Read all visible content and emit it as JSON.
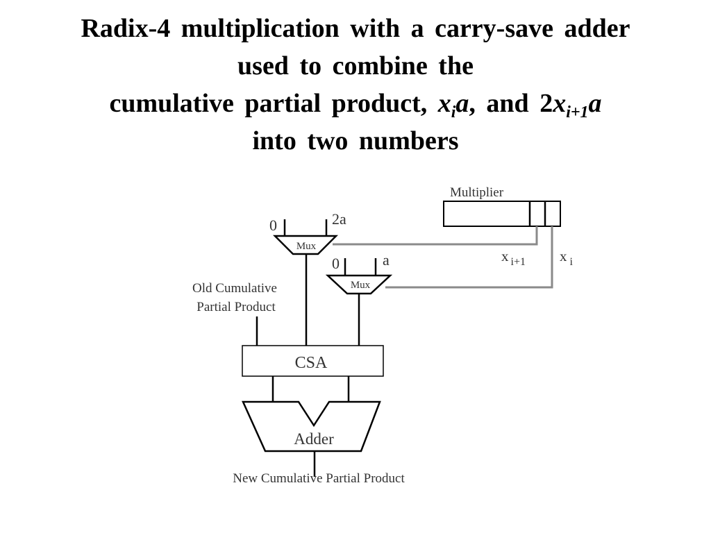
{
  "title": {
    "line1": "Radix-4 multiplication with a carry-save adder",
    "line2": "used to combine the",
    "line3_prefix": "cumulative partial product,",
    "line3_var_x": "x",
    "line3_sub_i": "i",
    "line3_var_a": "a",
    "line3_mid": ", and 2",
    "line3_var_x2": "x",
    "line3_sub_i1": "i+1",
    "line3_var_a2": "a",
    "line4": "into two numbers"
  },
  "diagram": {
    "multiplier_label": "Multiplier",
    "mux1": {
      "label": "Mux",
      "input_left": "0",
      "input_right": "2a"
    },
    "mux2": {
      "label": "Mux",
      "input_left": "0",
      "input_right": "a"
    },
    "xi1_base": "x",
    "xi1_sub": "i+1",
    "xi_base": "x",
    "xi_sub": "i",
    "old_cpp_line1": "Old Cumulative",
    "old_cpp_line2": "Partial Product",
    "csa_label": "CSA",
    "adder_label": "Adder",
    "new_cpp": "New Cumulative Partial Product"
  }
}
